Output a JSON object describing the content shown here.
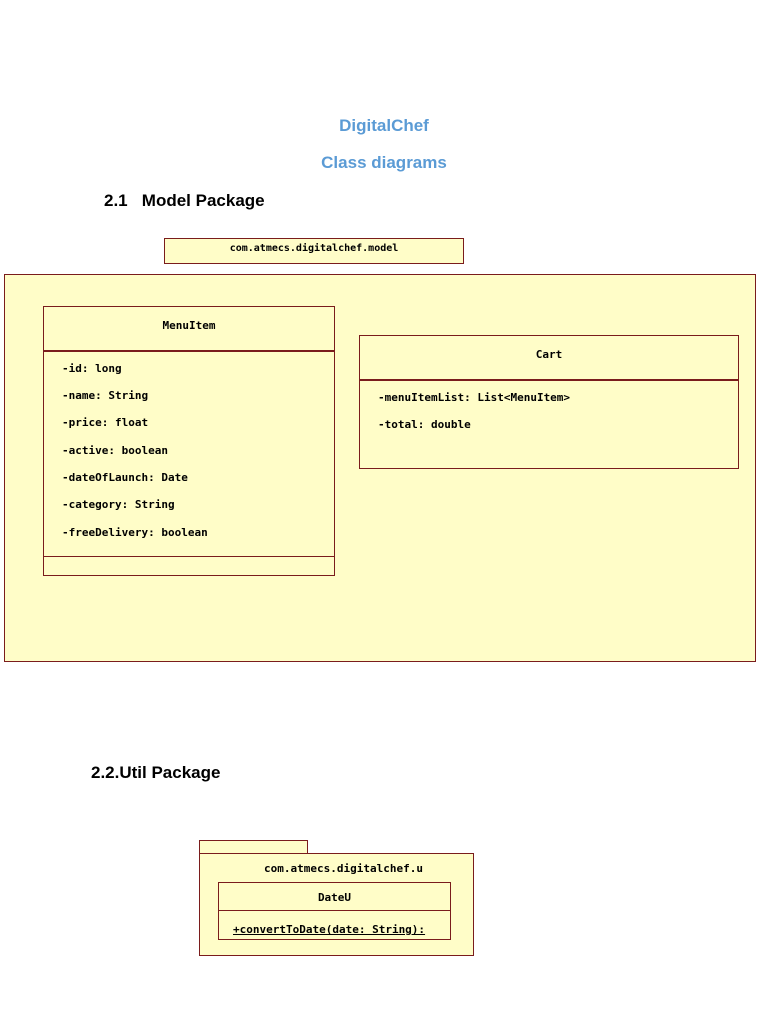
{
  "header": {
    "title": "DigitalChef",
    "subtitle": "Class diagrams"
  },
  "model_section": {
    "heading": "2.1   Model Package",
    "package_name": "com.atmecs.digitalchef.model",
    "classes": [
      {
        "name": "MenuItem",
        "attributes": [
          "-id: long",
          "-name: String",
          "-price: float",
          "-active: boolean",
          "-dateOfLaunch: Date",
          "-category: String",
          "-freeDelivery: boolean"
        ]
      },
      {
        "name": "Cart",
        "attributes": [
          "-menuItemList: List<MenuItem>",
          "-total: double"
        ]
      }
    ]
  },
  "util_section": {
    "heading": "2.2.Util Package",
    "package_name": "com.atmecs.digitalchef.u",
    "class_name": "DateU",
    "method": "+convertToDate(date: String):"
  },
  "colors": {
    "heading_blue": "#5b9bd5",
    "uml_fill": "#fffdc8",
    "uml_border": "#7a1c1c"
  }
}
